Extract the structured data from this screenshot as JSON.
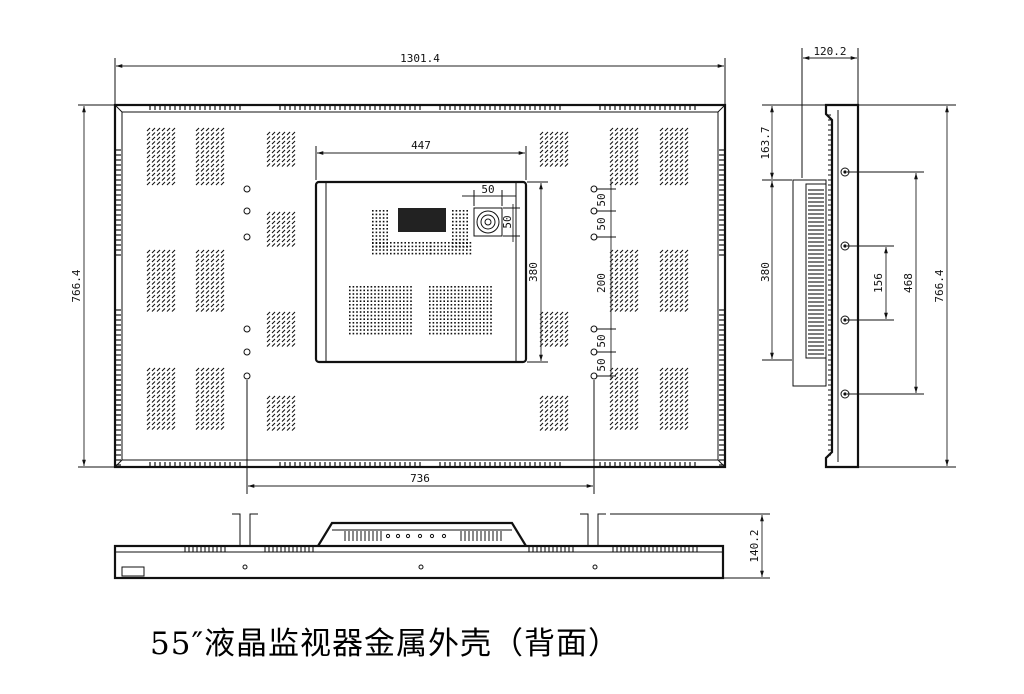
{
  "title": "55″液晶监视器金属外壳（背面）",
  "dimensions": {
    "overall_width": "1301.4",
    "overall_height": "766.4",
    "side_height": "766.4",
    "depth": "120.2",
    "bottom_depth": "140.2",
    "panel_width": "447",
    "panel_height": "380",
    "side_panel_height": "380",
    "side_offset": "163.7",
    "hole_pitch": "736",
    "mount_spacing": "200",
    "hole_small_a": "50",
    "hole_small_b": "50",
    "fan_h": "50",
    "fan_v": "50",
    "hole_lower_a": "50",
    "hole_lower_b": "50",
    "side_spacing_a": "156",
    "side_spacing_b": "468"
  },
  "colors": {
    "line": "#111111",
    "background": "#ffffff"
  }
}
